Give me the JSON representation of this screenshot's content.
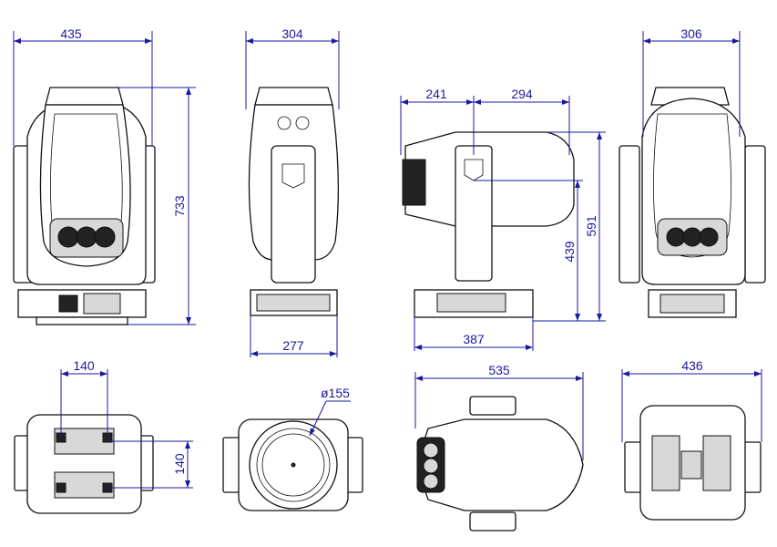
{
  "dimensions": {
    "front_width": "435",
    "front_height": "733",
    "side_top": "304",
    "side_base": "277",
    "profile_left": "241",
    "profile_right": "294",
    "profile_height_full": "591",
    "profile_height_mid": "439",
    "profile_base": "387",
    "rear_width": "306",
    "bottom_spacing_h": "140",
    "bottom_spacing_v": "140",
    "lens_diameter": "ø155",
    "top_length": "535",
    "top_width": "436"
  }
}
